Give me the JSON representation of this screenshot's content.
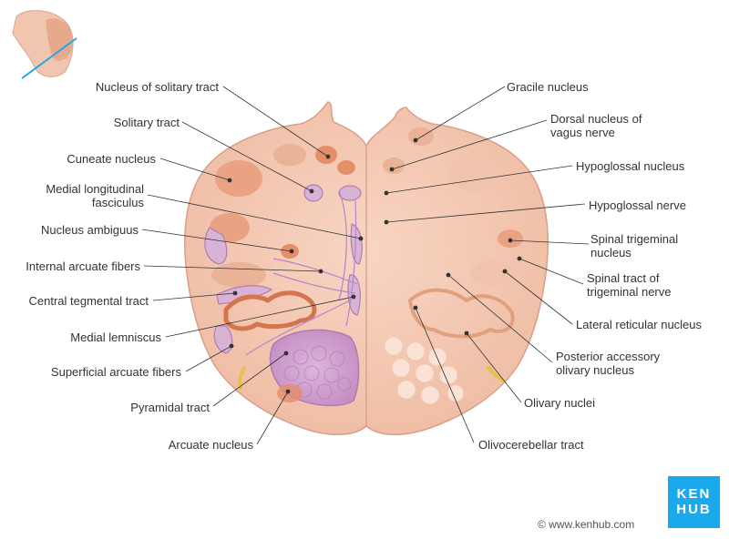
{
  "labels_left": [
    {
      "id": "nucleus-of-solitary-tract",
      "text": "Nucleus of solitary tract"
    },
    {
      "id": "solitary-tract",
      "text": "Solitary tract"
    },
    {
      "id": "cuneate-nucleus",
      "text": "Cuneate nucleus"
    },
    {
      "id": "medial-longitudinal-fasciculus",
      "text": "Medial longitudinal\nfasciculus"
    },
    {
      "id": "nucleus-ambiguus",
      "text": "Nucleus ambiguus"
    },
    {
      "id": "internal-arcuate-fibers",
      "text": "Internal arcuate fibers"
    },
    {
      "id": "central-tegmental-tract",
      "text": "Central tegmental tract"
    },
    {
      "id": "medial-lemniscus",
      "text": "Medial lemniscus"
    },
    {
      "id": "superficial-arcuate-fibers",
      "text": "Superficial arcuate fibers"
    },
    {
      "id": "pyramidal-tract",
      "text": "Pyramidal tract"
    },
    {
      "id": "arcuate-nucleus",
      "text": "Arcuate nucleus"
    }
  ],
  "labels_right": [
    {
      "id": "gracile-nucleus",
      "text": "Gracile nucleus"
    },
    {
      "id": "dorsal-nucleus-of-vagus-nerve",
      "text": "Dorsal nucleus of\nvagus nerve"
    },
    {
      "id": "hypoglossal-nucleus",
      "text": "Hypoglossal nucleus"
    },
    {
      "id": "hypoglossal-nerve",
      "text": "Hypoglossal nerve"
    },
    {
      "id": "spinal-trigeminal-nucleus",
      "text": "Spinal trigeminal\nnucleus"
    },
    {
      "id": "spinal-tract-of-trigeminal-nerve",
      "text": "Spinal tract of\ntrigeminal nerve"
    },
    {
      "id": "lateral-reticular-nucleus",
      "text": "Lateral reticular nucleus"
    },
    {
      "id": "posterior-accessory-olivary-nucleus",
      "text": "Posterior accessory\nolivary nucleus"
    },
    {
      "id": "olivary-nuclei",
      "text": "Olivary nuclei"
    },
    {
      "id": "olivocerebellar-tract",
      "text": "Olivocerebellar tract"
    }
  ],
  "logo": {
    "line1": "KEN",
    "line2": "HUB"
  },
  "credit": "© www.kenhub.com",
  "colors": {
    "tissue": "#f4c7b0",
    "tissue_dark": "#e9a98a",
    "nucleus": "#e58f6a",
    "tract": "#d9b3d6",
    "tract_edge": "#b07db0",
    "line": "#333333",
    "brand": "#1aa9ea"
  }
}
